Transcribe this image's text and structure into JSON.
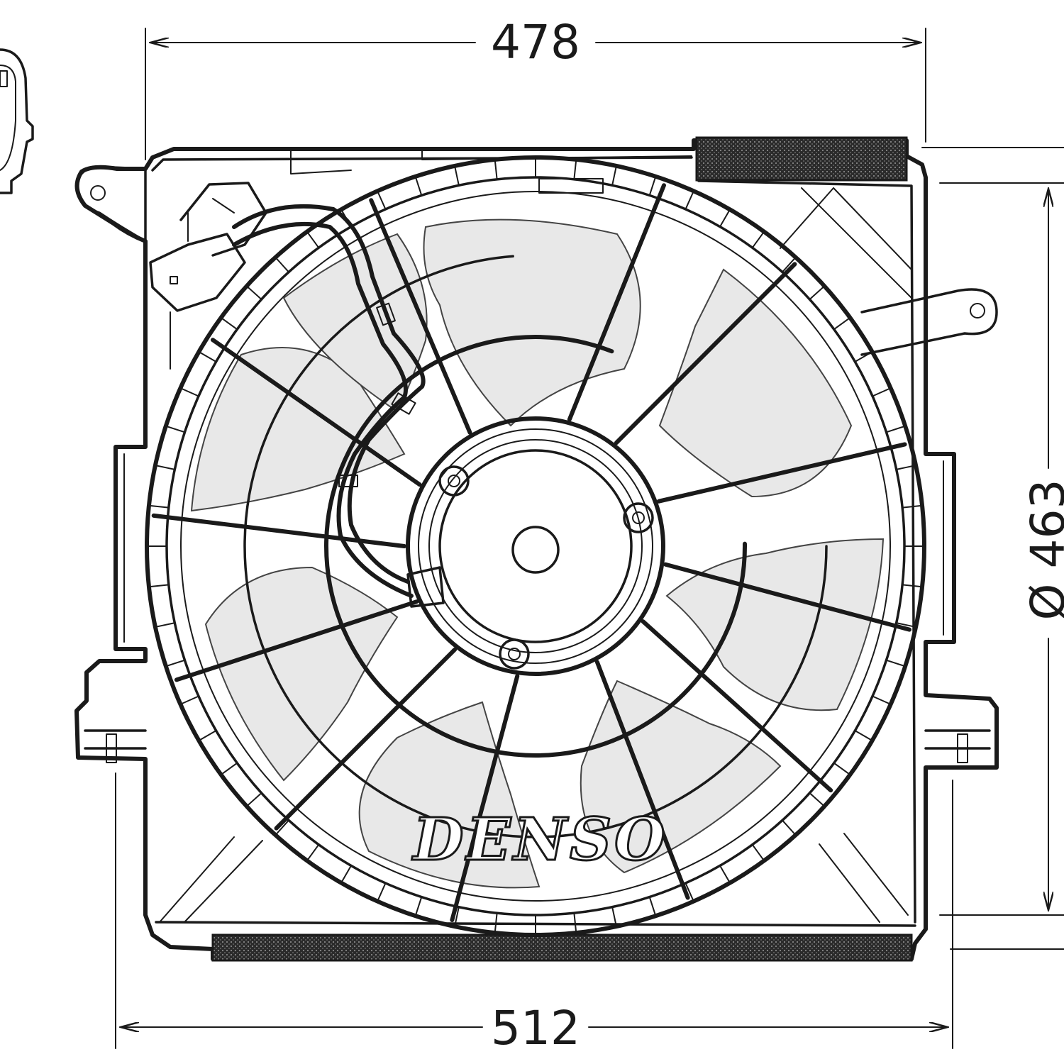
{
  "dimensions": {
    "top_width": "478",
    "bottom_width": "512",
    "fan_diameter": "Ø 463"
  },
  "brand": {
    "label": "DENSO"
  },
  "colors": {
    "line": "#1a1a1a",
    "blade_fill": "#e8e8e8",
    "background": "#ffffff"
  }
}
